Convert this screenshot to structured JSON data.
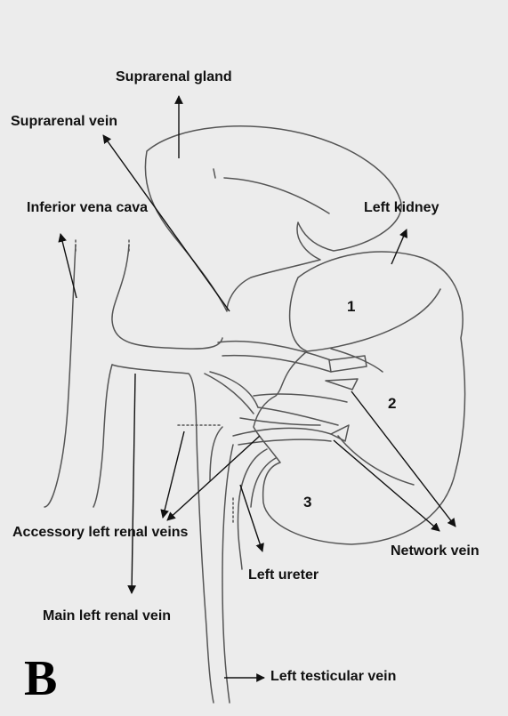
{
  "figure": {
    "panel_letter": "B",
    "labels": {
      "suprarenal_gland": "Suprarenal gland",
      "suprarenal_vein": "Suprarenal vein",
      "inferior_vena_cava": "Inferior vena cava",
      "left_kidney": "Left kidney",
      "accessory_left_renal_veins": "Accessory left renal veins",
      "network_vein": "Network vein",
      "left_ureter": "Left ureter",
      "main_left_renal_vein": "Main left renal vein",
      "left_testicular_vein": "Left testicular vein"
    },
    "region_numbers": [
      "1",
      "2",
      "3"
    ]
  }
}
